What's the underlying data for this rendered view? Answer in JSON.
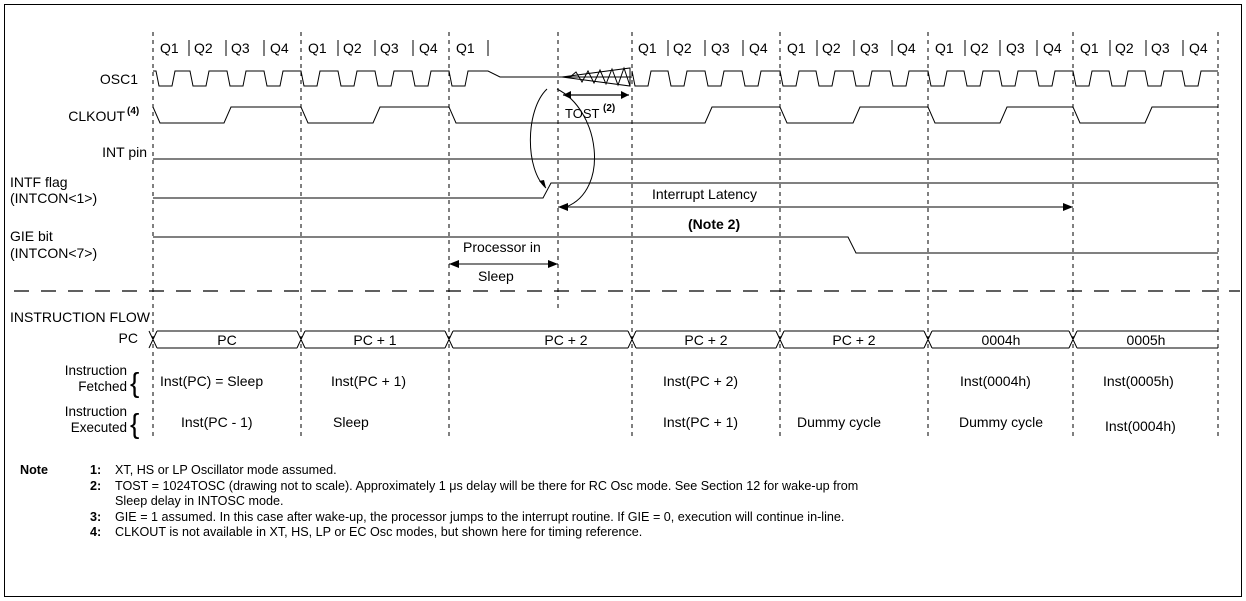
{
  "quarter_labels": [
    "Q1",
    "Q2",
    "Q3",
    "Q4",
    "Q1",
    "Q2",
    "Q3",
    "Q4",
    "Q1",
    "Q1",
    "Q2",
    "Q3",
    "Q4",
    "Q1",
    "Q2",
    "Q3",
    "Q4",
    "Q1",
    "Q2",
    "Q3",
    "Q4",
    "Q1",
    "Q2",
    "Q3",
    "Q4"
  ],
  "signals": {
    "osc1": "OSC1",
    "clkout": "CLKOUT",
    "clkout_note": "(4)",
    "int_pin": "INT pin",
    "intf_line1": "INTF flag",
    "intf_line2": "(INTCON<1>)",
    "gie_line1": "GIE bit",
    "gie_line2": "(INTCON<7>)"
  },
  "annotations": {
    "tost": "TOST",
    "tost_note": "(2)",
    "interrupt_latency": "Interrupt Latency",
    "note2": "(Note 2)",
    "processor_in": "Processor in",
    "sleep": "Sleep"
  },
  "flow": {
    "title": "INSTRUCTION FLOW",
    "pc_label": "PC",
    "pc_values": [
      "PC",
      "PC + 1",
      "PC + 2",
      "PC + 2",
      "PC + 2",
      "0004h",
      "0005h"
    ],
    "fetched_label_1": "Instruction",
    "fetched_label_2": "Fetched",
    "fetched": [
      "Inst(PC) = Sleep",
      "Inst(PC + 1)",
      "Inst(PC + 2)",
      "Inst(0004h)",
      "Inst(0005h)"
    ],
    "executed_label_1": "Instruction",
    "executed_label_2": "Executed",
    "executed": [
      "Inst(PC - 1)",
      "Sleep",
      "Inst(PC + 1)",
      "Dummy cycle",
      "Dummy cycle",
      "Inst(0004h)"
    ]
  },
  "notes": {
    "heading": "Note",
    "items": [
      {
        "num": "1:",
        "text": "XT, HS or LP Oscillator mode assumed."
      },
      {
        "num": "2:",
        "text": "TOST = 1024TOSC (drawing not to scale). Approximately 1 μs delay will be there for RC Osc mode. See Section 12 for wake-up from"
      },
      {
        "num": "",
        "text": "Sleep delay in INTOSC mode."
      },
      {
        "num": "3:",
        "text": "GIE = 1 assumed. In this case after wake-up, the processor jumps to the interrupt routine. If GIE = 0, execution will continue in-line."
      },
      {
        "num": "4:",
        "text": "CLKOUT is not available in XT, HS, LP or EC Osc modes, but shown here for timing reference."
      }
    ]
  }
}
